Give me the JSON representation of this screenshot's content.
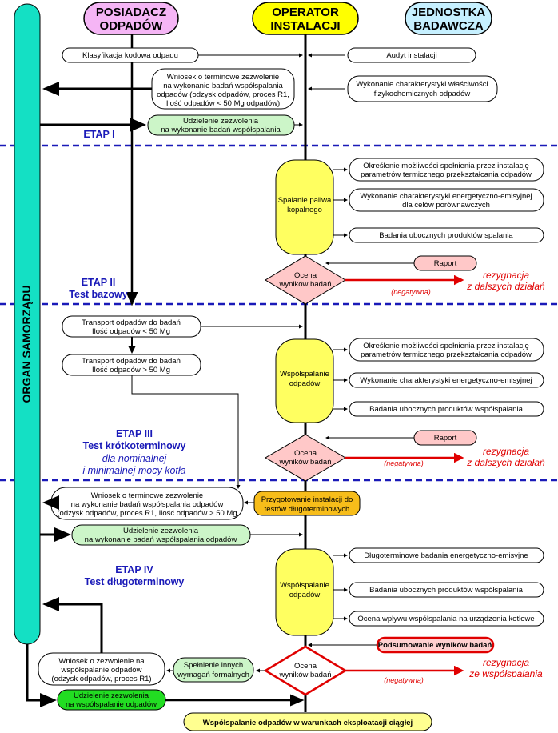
{
  "columns": {
    "posiadacz": [
      "POSIADACZ",
      "ODPADÓW"
    ],
    "operator": [
      "OPERATOR",
      "INSTALACJI"
    ],
    "jednostka": [
      "JEDNOSTKA",
      "BADAWCZA"
    ],
    "organ": "ORGAN SAMORZĄDU"
  },
  "stages": {
    "etap1": "ETAP I",
    "etap2": [
      "ETAP II",
      "Test bazowy"
    ],
    "etap3": [
      "ETAP III",
      "Test krótkoterminowy",
      "dla nominalnej",
      "i minimalnej mocy kotła"
    ],
    "etap4": [
      "ETAP IV",
      "Test długoterminowy"
    ]
  },
  "etap1": {
    "klasyfikacja": "Klasyfikacja kodowa odpadu",
    "audyt": "Audyt instalacji",
    "wniosek": [
      "Wniosek o terminowe zezwolenie",
      "na wykonanie badań współspalania",
      "odpadów (odzysk odpadów, proces R1,",
      "Ilość odpadów < 50 Mg odpadów)"
    ],
    "charakterystyka": [
      "Wykonanie charakterystyki właściwości",
      "fizykochemicznych odpadów"
    ],
    "udzielenie": [
      "Udzielenie zezwolenia",
      "na wykonanie badań współspalania"
    ]
  },
  "etap2": {
    "spalanie": [
      "Spalanie paliwa",
      "kopalnego"
    ],
    "okreslenie": [
      "Określenie możliwości spełnienia przez instalację",
      "parametrów termicznego przekształcania odpadów"
    ],
    "charakterystyka": [
      "Wykonanie charakterystyki energetyczno-emisyjnej",
      "dla celów porównawczych"
    ],
    "badania": "Badania ubocznych produktów spalania",
    "raport": "Raport",
    "ocena": [
      "Ocena",
      "wyników badań"
    ],
    "negatywna": "(negatywna)",
    "rezygnacja": [
      "rezygnacja",
      "z dalszych działań"
    ]
  },
  "etap3": {
    "transport1": [
      "Transport odpadów do badań",
      "Ilość odpadów < 50 Mg"
    ],
    "transport2": [
      "Transport odpadów do badań",
      "Ilość odpadów > 50 Mg"
    ],
    "wspolspalanie": [
      "Współspalanie",
      "odpadów"
    ],
    "okreslenie": [
      "Określenie możliwości spełnienia przez instalację",
      "parametrów termicznego przekształcania odpadów"
    ],
    "charakterystyka": "Wykonanie charakterystyki energetyczno-emisyjnej",
    "badania": "Badania ubocznych produktów współspalania",
    "raport": "Raport",
    "ocena": [
      "Ocena",
      "wyników badań"
    ],
    "negatywna": "(negatywna)",
    "rezygnacja": [
      "rezygnacja",
      "z dalszych działań"
    ]
  },
  "etap4": {
    "wniosek": [
      "Wniosek o terminowe zezwolenie",
      "na wykonanie badań współspalania odpadów",
      "(odzysk odpadów, proces R1, Ilość odpadów > 50 Mg"
    ],
    "przygotowanie": [
      "Przygotowanie instalacji do",
      "testów długoterminowych"
    ],
    "udzielenie": [
      "Udzielenie zezwolenia",
      "na wykonanie badań współspalania odpadów"
    ],
    "wspolspalanie": [
      "Współspalanie",
      "odpadów"
    ],
    "dlugoterminowe": "Długoterminowe badania energetyczno-emisyjne",
    "badania": "Badania ubocznych produktów współspalania",
    "wplyw": "Ocena wpływu współspalania na urządzenia kotłowe",
    "podsumowanie": "Podsumowanie wyników badań",
    "ocena": [
      "Ocena",
      "wyników badań"
    ],
    "negatywna": "(negatywna)",
    "rezygnacja": [
      "rezygnacja",
      "ze współspalania"
    ],
    "spelnienie": [
      "Spełnienie innych",
      "wymagań formalnych"
    ],
    "wniosek2": [
      "Wniosek o zezwolenie na",
      "współspalanie odpadów",
      "(odzysk odpadów, proces R1)"
    ],
    "udzielenie2": [
      "Udzielenie zezwolenia",
      "na współspalanie odpadów"
    ]
  },
  "final": "Współspalanie odpadów w warunkach eksploatacji ciągłej"
}
